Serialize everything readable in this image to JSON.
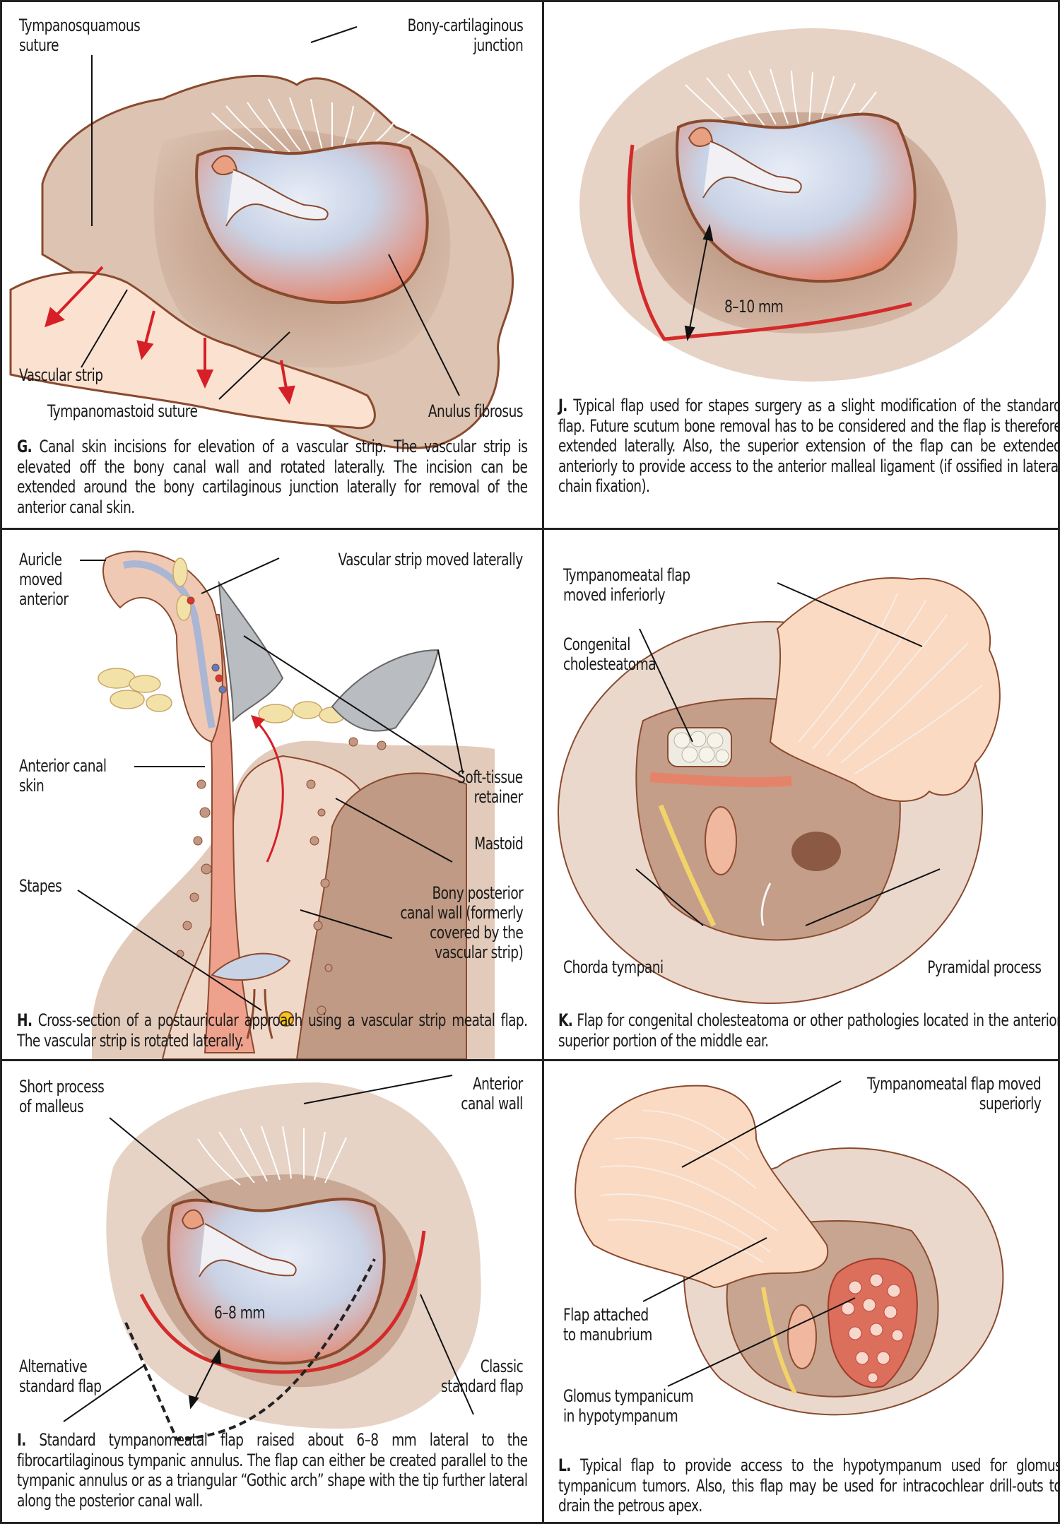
{
  "colors": {
    "border": "#222222",
    "bone": "#d9bfae",
    "bone_dark": "#b98f78",
    "skin": "#fbe1d0",
    "outline": "#8a4a2e",
    "drum_blue": "#c9d3e6",
    "drum_red": "#e5836a",
    "incision_red": "#d42a2a",
    "arrow_red": "#d61f26",
    "gray_retainer": "#b9bcc0",
    "fat_yellow": "#f3e2a8",
    "chorda_yellow": "#f2d36a"
  },
  "panels": {
    "G": {
      "labels": {
        "tympanosquamous": [
          "Tympanosquamous",
          "suture"
        ],
        "bony_cartilaginous": [
          "Bony-cartilaginous",
          "junction"
        ],
        "vascular_strip": "Vascular strip",
        "tympanomastoid": "Tympanomastoid suture",
        "anulus": "Anulus fibrosus"
      },
      "caption_lead": "G.",
      "caption": "Canal skin incisions for elevation of a vascular strip. The vas­cular strip is elevated off the bony canal wall and rotated late­rally. The incision can be extended around the bony cartilaginous junction laterally for removal of the anterior canal skin."
    },
    "J": {
      "labels": {
        "measure": "8–10 mm"
      },
      "caption_lead": "J.",
      "caption": "Typical flap used for stapes surgery as a slight modification of the standard flap. Future scutum bone removal has to be considered and the flap is therefore extended laterally. Also, the superior extension of the flap can be extended anteriorly to provide access to the anterior malleal ligament (if ossified in lateral chain fixation)."
    },
    "H": {
      "labels": {
        "auricle": [
          "Auricle",
          "moved",
          "anterior"
        ],
        "vascular_strip_moved": "Vascular strip moved laterally",
        "anterior_canal_skin": [
          "Anterior canal",
          "skin"
        ],
        "soft_tissue": [
          "Soft-tissue",
          "retainer"
        ],
        "mastoid": "Mastoid",
        "stapes": "Stapes",
        "bony_posterior": [
          "Bony posterior",
          "canal wall (formerly",
          "covered by the",
          "vascular strip)"
        ]
      },
      "caption_lead": "H.",
      "caption": "Cross-section of a postauricular approach using a vascular strip meatal flap. The vascular strip is rotated laterally."
    },
    "K": {
      "labels": {
        "tympanomeatal_inferiorly": [
          "Tympanomeatal flap",
          "moved inferiorly"
        ],
        "congenital": [
          "Congenital",
          "cholesteatoma"
        ],
        "chorda": "Chorda tympani",
        "pyramidal": "Pyramidal process"
      },
      "caption_lead": "K.",
      "caption": "Flap for congenital cholesteatoma or other pathologies located in the anterior superior portion of the middle ear."
    },
    "I": {
      "labels": {
        "short_process": [
          "Short process",
          "of malleus"
        ],
        "anterior_canal_wall": [
          "Anterior",
          "canal wall"
        ],
        "measure": "6–8 mm",
        "alternative": [
          "Alternative",
          "standard flap"
        ],
        "classic": [
          "Classic",
          "standard flap"
        ]
      },
      "caption_lead": "I.",
      "caption": "Standard tympanomeatal flap raised about 6–8 mm lateral to the fibrocartilaginous tympanic annulus. The flap can either be created parallel to the tympanic annulus or as a triangular “Gothic arch” shape with the tip further lateral along the posterior canal wall."
    },
    "L": {
      "labels": {
        "tympanomeatal_superiorly": [
          "Tympanomeatal flap moved",
          "superiorly"
        ],
        "flap_attached": [
          "Flap attached",
          "to manubrium"
        ],
        "glomus": [
          "Glomus tympanicum",
          "in hypotympanum"
        ]
      },
      "caption_lead": "L.",
      "caption": "Typical flap to provide access to the hypotympanum used for glomus tympanicum tumors. Also, this flap may be used for intracochlear drill-outs to drain the petrous apex."
    }
  }
}
